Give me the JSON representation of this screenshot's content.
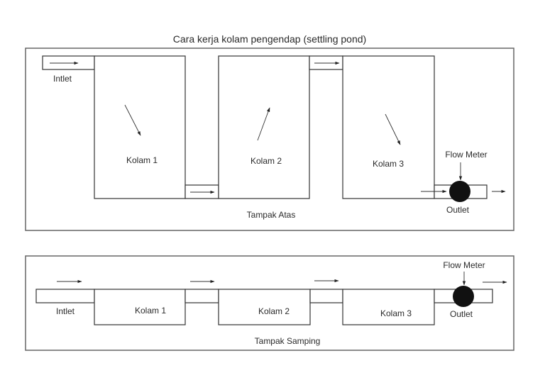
{
  "title": "Cara kerja kolam pengendap (settling pond)",
  "top_view": {
    "caption": "Tampak Atas",
    "inlet_label": "Intlet",
    "ponds": [
      "Kolam 1",
      "Kolam 2",
      "Kolam 3"
    ],
    "flow_meter_label": "Flow Meter",
    "outlet_label": "Outlet"
  },
  "side_view": {
    "caption": "Tampak Samping",
    "inlet_label": "Intlet",
    "ponds": [
      "Kolam 1",
      "Kolam 2",
      "Kolam 3"
    ],
    "flow_meter_label": "Flow Meter",
    "outlet_label": "Outlet"
  },
  "colors": {
    "line": "#333333",
    "frame": "#666666",
    "flow_meter": "#111111",
    "text": "#2a2a2a"
  }
}
